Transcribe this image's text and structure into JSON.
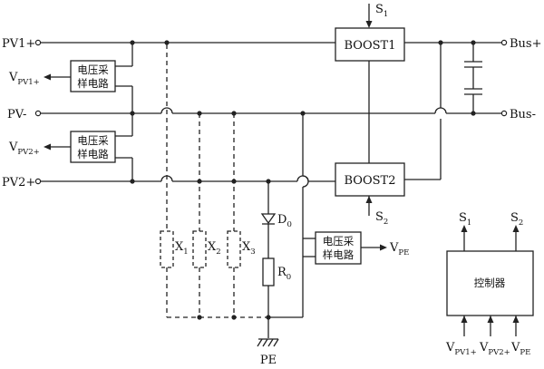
{
  "rails": {
    "pv1_plus": "PV1+",
    "pv_minus": "PV-",
    "pv2_plus": "PV2+",
    "bus_plus": "Bus+",
    "bus_minus": "Bus-"
  },
  "blocks": {
    "boost1": "BOOST1",
    "boost2": "BOOST2",
    "sampler_line1": "电压采",
    "sampler_line2": "样电路",
    "controller": "控制器"
  },
  "signals": {
    "s_letter": "S",
    "s1_sub": "1",
    "s2_sub": "2",
    "v_letter": "V",
    "vpv1_sub": "PV1+",
    "vpv2_sub": "PV2+",
    "vpe_sub": "PE"
  },
  "components": {
    "x_letter": "X",
    "x1_sub": "1",
    "x2_sub": "2",
    "x3_sub": "3",
    "d_letter": "D",
    "d0_sub": "0",
    "r_letter": "R",
    "r0_sub": "0",
    "pe": "PE"
  }
}
